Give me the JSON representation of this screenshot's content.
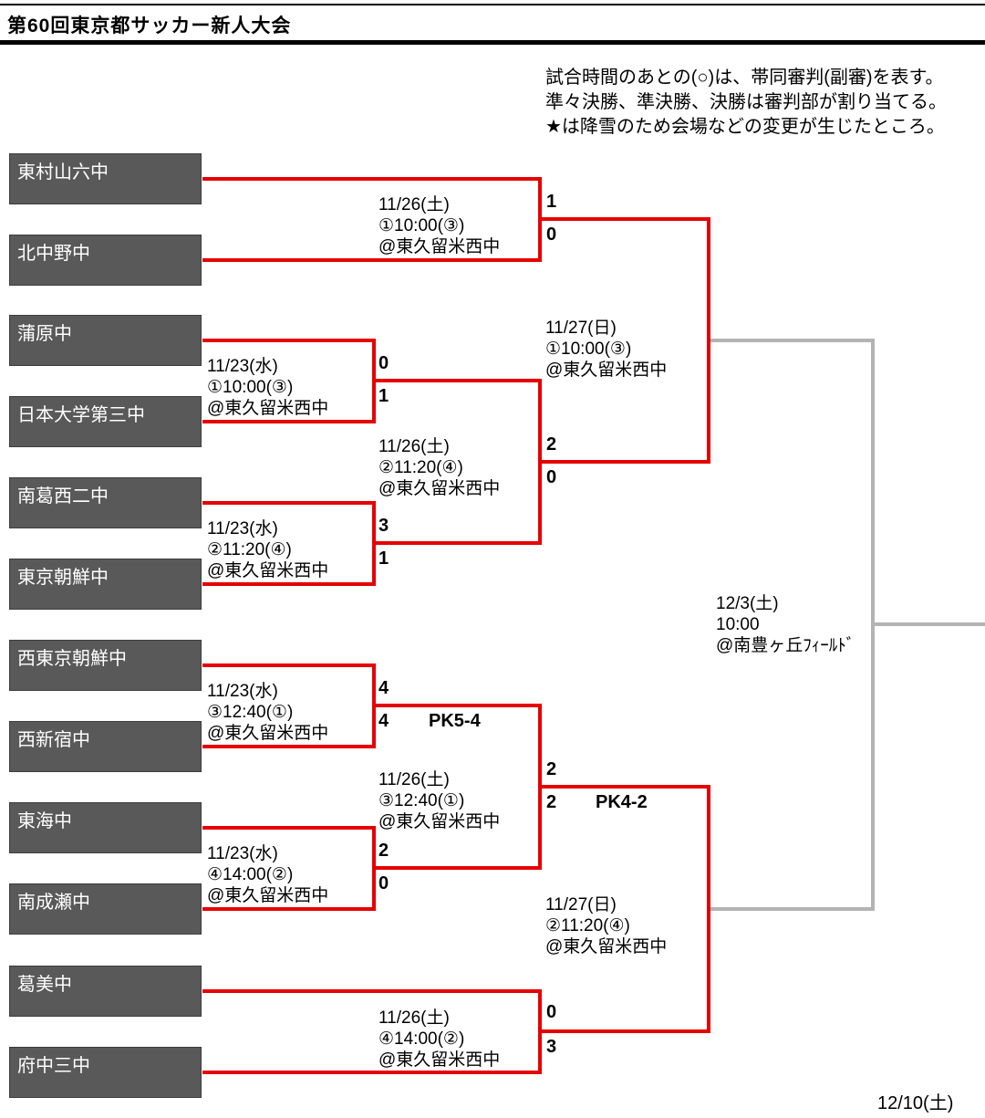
{
  "header": {
    "title": "第60回東京都サッカー新人大会",
    "notes": [
      "試合時間のあとの(○)は、帯同審判(副審)を表す。",
      "準々決勝、準決勝、決勝は審判部が割り当てる。",
      "★は降雪のため会場などの変更が生じたところ。"
    ]
  },
  "teams": [
    "東村山六中",
    "北中野中",
    "蒲原中",
    "日本大学第三中",
    "南葛西二中",
    "東京朝鮮中",
    "西東京朝鮮中",
    "西新宿中",
    "東海中",
    "南成瀬中",
    "葛美中",
    "府中三中"
  ],
  "matches": {
    "r1m1": {
      "date": "11/23(水)",
      "time": "①10:00(③)",
      "venue": "@東久留米西中",
      "score_top": "0",
      "score_bottom": "1"
    },
    "r1m2": {
      "date": "11/23(水)",
      "time": "②11:20(④)",
      "venue": "@東久留米西中",
      "score_top": "3",
      "score_bottom": "1"
    },
    "r1m3": {
      "date": "11/23(水)",
      "time": "③12:40(①)",
      "venue": "@東久留米西中",
      "score_top": "4",
      "score_bottom": "4",
      "pk": "PK5-4"
    },
    "r1m4": {
      "date": "11/23(水)",
      "time": "④14:00(②)",
      "venue": "@東久留米西中",
      "score_top": "2",
      "score_bottom": "0"
    },
    "qf1": {
      "date": "11/26(土)",
      "time": "①10:00(③)",
      "venue": "@東久留米西中",
      "score_top": "1",
      "score_bottom": "0"
    },
    "qf2": {
      "date": "11/26(土)",
      "time": "②11:20(④)",
      "venue": "@東久留米西中",
      "score_top": "2",
      "score_bottom": "0"
    },
    "qf3": {
      "date": "11/26(土)",
      "time": "③12:40(①)",
      "venue": "@東久留米西中",
      "score_top": "2",
      "score_bottom": "2",
      "pk": "PK4-2"
    },
    "qf4": {
      "date": "11/26(土)",
      "time": "④14:00(②)",
      "venue": "@東久留米西中",
      "score_top": "0",
      "score_bottom": "3"
    },
    "sf1": {
      "date": "11/27(日)",
      "time": "①10:00(③)",
      "venue": "@東久留米西中"
    },
    "sf2": {
      "date": "11/27(日)",
      "time": "②11:20(④)",
      "venue": "@東久留米西中"
    },
    "final": {
      "date": "12/3(土)",
      "time": "10:00",
      "venue": "@南豊ヶ丘ﾌｨｰﾙﾄﾞ"
    }
  },
  "footer": {
    "next_date": "12/10(土)"
  },
  "colors": {
    "winner_line": "#e60000",
    "pending_line": "#b3b3b3",
    "team_box": "#595959",
    "rule": "#000000"
  }
}
